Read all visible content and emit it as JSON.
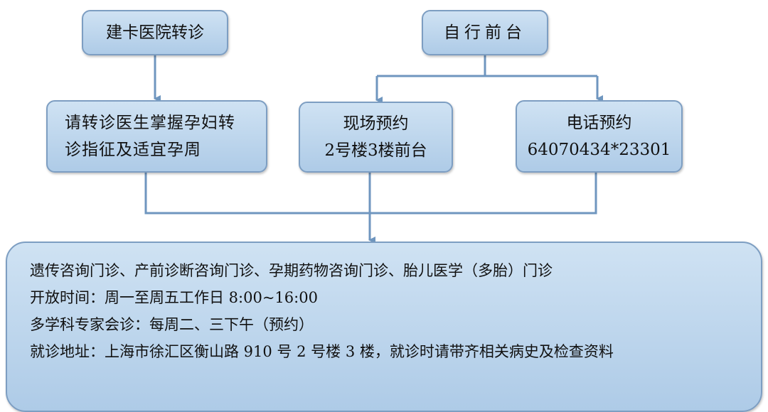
{
  "boxes": {
    "referral": "建卡医院转诊",
    "self_desk": "自行前台",
    "doctor_note": [
      "请转诊医生掌握孕妇转",
      "诊指征及适宜孕周"
    ],
    "onsite": [
      "现场预约",
      "2号楼3楼前台"
    ],
    "phone": [
      "电话预约",
      "64070434*23301"
    ]
  },
  "info": [
    "遗传咨询门诊、产前诊断咨询门诊、孕期药物咨询门诊、胎儿医学（多胎）门诊",
    "开放时间：周一至周五工作日 8:00~16:00",
    "多学科专家会诊：每周二、三下午（预约）",
    "就诊地址：上海市徐汇区衡山路 910 号 2 号楼 3 楼，就诊时请带齐相关病史及检查资料"
  ],
  "colors": {
    "line": "#6f96bf",
    "fill": "#b9d3ec",
    "border": "#7d9ec2"
  }
}
